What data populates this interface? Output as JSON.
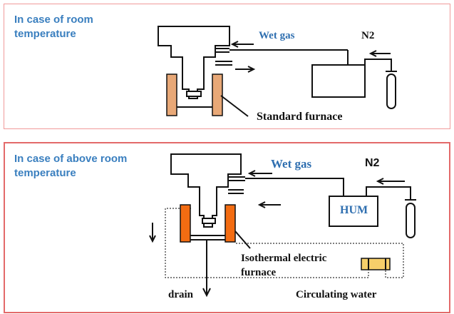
{
  "top_panel": {
    "caption": "In case of room temperature",
    "labels": {
      "wet_gas": "Wet gas",
      "n2": "N2",
      "standard_furnace": "Standard furnace"
    }
  },
  "bottom_panel": {
    "caption": "In case of above room temperature",
    "labels": {
      "wet_gas": "Wet gas",
      "n2": "N2",
      "hum": "HUM",
      "isothermal_furnace": "Isothermal electric furnace",
      "drain": "drain",
      "circulating_water": "Circulating water"
    }
  },
  "colors": {
    "caption_blue": "#3a7fbf",
    "top_border": "#f19a9a",
    "bottom_border": "#e36a6a",
    "standard_furnace_fill": "#e8a877",
    "isothermal_furnace_fill": "#f36c12",
    "water_bath_fill": "#f6cf6a"
  }
}
